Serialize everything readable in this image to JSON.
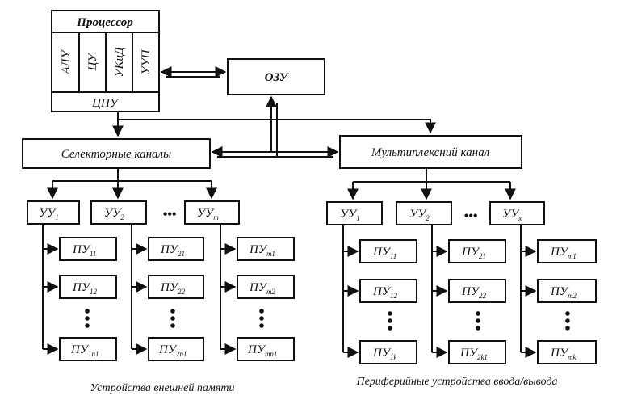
{
  "processor": {
    "title": "Процессор",
    "units": [
      "АЛУ",
      "ЦУ",
      "УКиД",
      "УУП"
    ],
    "cpu_label": "ЦПУ"
  },
  "memory": {
    "label": "ОЗУ"
  },
  "channels": {
    "selector": "Селекторные каналы",
    "multiplex": "Мультиплексний канал"
  },
  "left_group": {
    "caption": "Устройства внешней памяти",
    "controllers": [
      {
        "base": "УУ",
        "sub": "1"
      },
      {
        "base": "УУ",
        "sub": "2"
      },
      {
        "base": "УУ",
        "sub": "m"
      }
    ],
    "ellipsis": "•••",
    "columns": [
      [
        {
          "base": "ПУ",
          "sub": "11"
        },
        {
          "base": "ПУ",
          "sub": "12"
        },
        {
          "base": "ПУ",
          "sub": "1n1"
        }
      ],
      [
        {
          "base": "ПУ",
          "sub": "21"
        },
        {
          "base": "ПУ",
          "sub": "22"
        },
        {
          "base": "ПУ",
          "sub": "2n1"
        }
      ],
      [
        {
          "base": "ПУ",
          "sub": "m1"
        },
        {
          "base": "ПУ",
          "sub": "m2"
        },
        {
          "base": "ПУ",
          "sub": "mn1"
        }
      ]
    ]
  },
  "right_group": {
    "caption": "Периферийные устройства ввода/вывода",
    "controllers": [
      {
        "base": "УУ",
        "sub": "1"
      },
      {
        "base": "УУ",
        "sub": "2"
      },
      {
        "base": "УУ",
        "sub": "x"
      }
    ],
    "ellipsis": "•••",
    "columns": [
      [
        {
          "base": "ПУ",
          "sub": "11"
        },
        {
          "base": "ПУ",
          "sub": "12"
        },
        {
          "base": "ПУ",
          "sub": "1k"
        }
      ],
      [
        {
          "base": "ПУ",
          "sub": "21"
        },
        {
          "base": "ПУ",
          "sub": "22"
        },
        {
          "base": "ПУ",
          "sub": "2k1"
        }
      ],
      [
        {
          "base": "ПУ",
          "sub": "m1"
        },
        {
          "base": "ПУ",
          "sub": "m2"
        },
        {
          "base": "ПУ",
          "sub": "mk"
        }
      ]
    ]
  }
}
